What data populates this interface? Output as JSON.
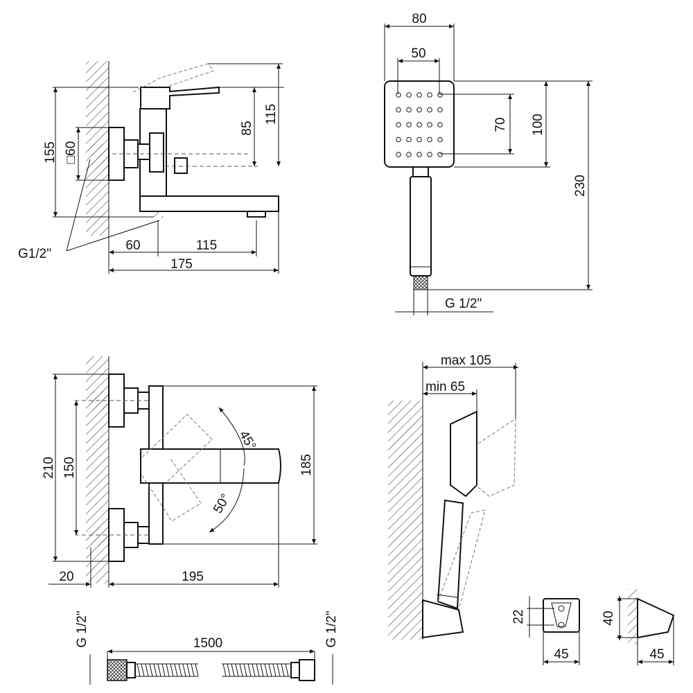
{
  "views": {
    "side": {
      "dim_155": "155",
      "dim_60_square": "□60",
      "dim_85": "85",
      "dim_115_v": "115",
      "thread": "G1/2\"",
      "dim_60": "60",
      "dim_115_h": "115",
      "dim_175": "175"
    },
    "shower_head": {
      "dim_80": "80",
      "dim_50": "50",
      "dim_70": "70",
      "dim_100": "100",
      "dim_230": "230",
      "thread": "G 1/2\""
    },
    "top": {
      "dim_210": "210",
      "dim_150": "150",
      "dim_185": "185",
      "angle_45": "45°",
      "angle_50": "50°",
      "dim_20": "20",
      "dim_195": "195"
    },
    "holder": {
      "max": "max 105",
      "min": "min 65"
    },
    "bracket": {
      "dim_22": "22",
      "dim_40": "40",
      "dim_45_front": "45",
      "dim_45_side": "45"
    },
    "hose": {
      "length": "1500",
      "thread_left": "G 1/2\"",
      "thread_right": "G 1/2\""
    }
  }
}
